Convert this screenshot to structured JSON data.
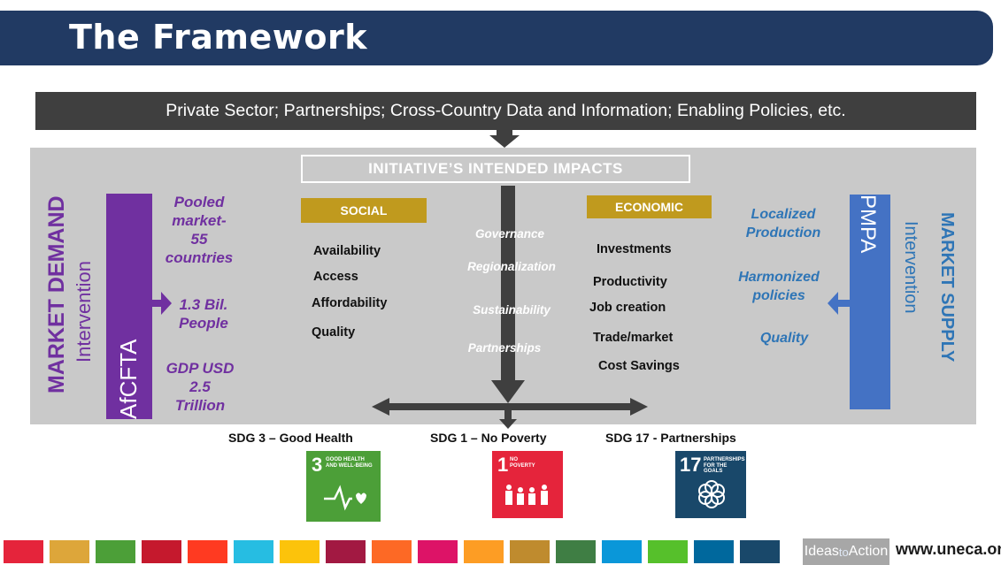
{
  "title": "The Framework",
  "inputs_bar": "Private Sector; Partnerships; Cross-Country Data and Information; Enabling Policies, etc.",
  "impacts_header": "INITIATIVE’S INTENDED IMPACTS",
  "left": {
    "side_label": "MARKET DEMAND",
    "side_sub": "Intervention",
    "box_label": "AfCFTA",
    "stats": [
      "Pooled",
      "market-",
      "55",
      "countries",
      "1.3 Bil.",
      "People",
      "GDP  USD",
      "2.5",
      "Trillion"
    ]
  },
  "social": {
    "tag": "SOCIAL",
    "items": [
      "Availability",
      "Access",
      "Affordability",
      "Quality"
    ]
  },
  "center_themes": [
    "Governance",
    "Regionalization",
    "Sustainability",
    "Partnerships"
  ],
  "economic": {
    "tag": "ECONOMIC",
    "items": [
      "Investments",
      "Productivity",
      "Job creation",
      "Trade/market",
      "Cost Savings"
    ]
  },
  "right": {
    "side_label": "MARKET SUPPLY",
    "side_sub": "Intervention",
    "box_label": "PMPA",
    "items": [
      "Localized",
      "Production",
      "Harmonized",
      "policies",
      "Quality"
    ]
  },
  "sdgs": [
    {
      "label": "SDG 3 – Good Health",
      "number": "3",
      "caption_1": "GOOD HEALTH",
      "caption_2": "AND WELL-BEING",
      "color": "#4c9f38"
    },
    {
      "label": "SDG 1 – No Poverty",
      "number": "1",
      "caption_1": "NO",
      "caption_2": "POVERTY",
      "color": "#e5243b"
    },
    {
      "label": "SDG 17 - Partnerships",
      "number": "17",
      "caption_1": "PARTNERSHIPS",
      "caption_2": "FOR THE GOALS",
      "color": "#19486a"
    }
  ],
  "footer": {
    "ideas_part1": "Ideas",
    "ideas_part2": "to",
    "ideas_part3": "Action",
    "url": "www.uneca.org",
    "strip_colors": [
      "#e5243b",
      "#dda63a",
      "#4c9f38",
      "#c5192d",
      "#ff3a21",
      "#26bde2",
      "#fcc30b",
      "#a21942",
      "#fd6925",
      "#dd1367",
      "#fd9d24",
      "#bf8b2e",
      "#3f7e44",
      "#0a97d9",
      "#56c02b",
      "#00689d",
      "#19486a"
    ]
  }
}
